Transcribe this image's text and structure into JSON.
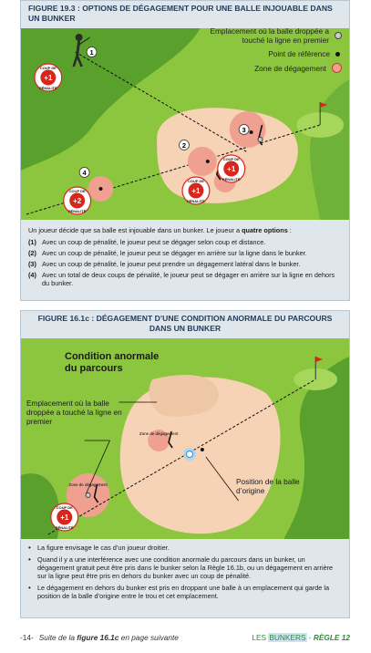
{
  "fig1": {
    "number": "FIGURE 19.3 :",
    "title": "OPTIONS DE DÉGAGEMENT POUR UNE BALLE INJOUABLE DANS UN BUNKER",
    "legend": [
      {
        "label": "Emplacement où la balle droppée a touché la ligne en premier",
        "icon": "dropped-ball-icon"
      },
      {
        "label": "Point de référence",
        "icon": "reference-point-icon"
      },
      {
        "label": "Zone de dégagement",
        "icon": "relief-zone-icon"
      }
    ],
    "stamps": [
      {
        "top": "COUP DE",
        "num": "+1",
        "bottom": "PÉNALITÉ"
      },
      {
        "top": "COUP DE",
        "num": "+1",
        "bottom": "PÉNALITÉ"
      },
      {
        "top": "COUP DE",
        "num": "+1",
        "bottom": "PÉNALITÉ"
      },
      {
        "top": "COUP DE",
        "num": "+2",
        "bottom": "PÉNALITÉ"
      }
    ],
    "markers": [
      "1",
      "2",
      "3",
      "4"
    ],
    "intro_plain": "Un joueur décide que sa balle est injouable dans un bunker. Le joueur a ",
    "intro_bold": "quatre options",
    "intro_end": " :",
    "options": [
      {
        "key": "(1)",
        "text": "Avec un coup de pénalité, le joueur peut se dégager selon coup et distance."
      },
      {
        "key": "(2)",
        "text": "Avec un coup de pénalité, le joueur peut se dégager en arrière sur la ligne dans le bunker."
      },
      {
        "key": "(3)",
        "text": "Avec un coup de pénalité, le joueur peut prendre un dégagement latéral dans le bunker."
      },
      {
        "key": "(4)",
        "text": "Avec un total de deux coups de pénalité, le joueur peut se dégager en arrière sur la ligne en dehors du bunker."
      }
    ]
  },
  "fig2": {
    "number": "FIGURE 16.1c :",
    "title": "DÉGAGEMENT D’UNE CONDITION ANORMALE DU PARCOURS DANS UN BUNKER",
    "label_condition": "Condition anormale du parcours",
    "label_dropped": "Emplacement où la balle droppée a touché la ligne en premier",
    "label_origin": "Position de la balle d’origine",
    "zone_small_1": "Zone de dégagement",
    "zone_small_2": "Zone de dégagement",
    "stamp": {
      "top": "COUP DE",
      "num": "+1",
      "bottom": "PÉNALITÉ"
    },
    "bullets": [
      "La figure envisage le cas d’un joueur droitier.",
      "Quand il y a une interférence avec une condition anormale du parcours dans un bunker, un dégagement gratuit peut être pris dans le bunker selon la Règle 16.1b, ou un dégagement en arrière sur la ligne peut être pris en dehors du bunker avec un coup de pénalité.",
      "Le dégagement en dehors du bunker est pris en droppant une balle à un emplacement qui garde la position de la balle d’origine entre le trou et cet emplacement."
    ]
  },
  "footer": {
    "page": "-14-",
    "continued_pre": "Suite de la ",
    "continued_bold": "figure 16.1c",
    "continued_post": " en page suivante",
    "section_pre": "LES ",
    "section_hl": "BUNKERS",
    "section_sep": " - ",
    "rule": "RÈGLE 12"
  },
  "colors": {
    "fairway": "#8cc63f",
    "rough": "#5aa02c",
    "sand": "#f7d3b5",
    "zone": "#f0a08f",
    "stamp": "#d9261c",
    "title": "#1f3a5a"
  }
}
